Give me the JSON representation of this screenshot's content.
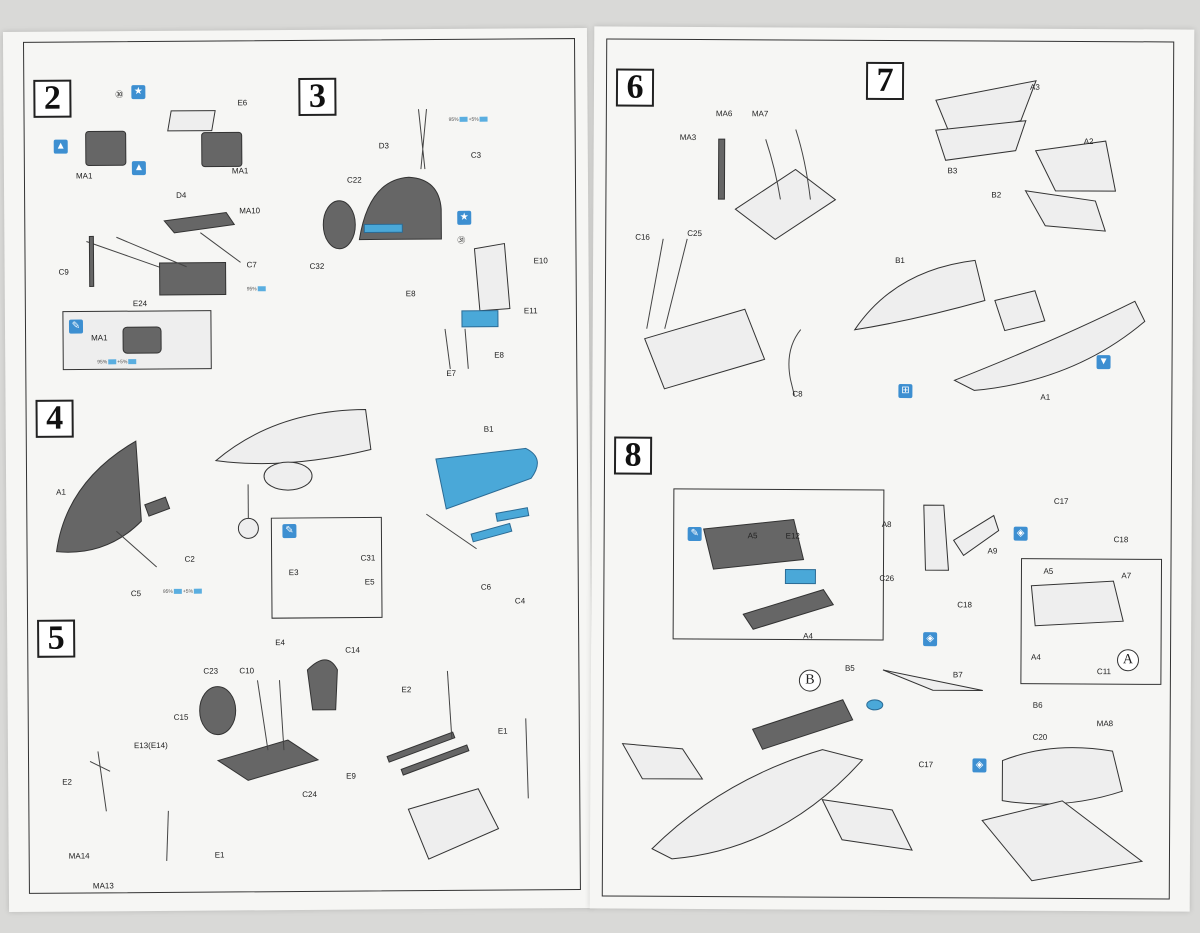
{
  "step_numbers": {
    "s2": "2",
    "s3": "3",
    "s4": "4",
    "s5": "5",
    "s6": "6",
    "s7": "7",
    "s8": "8"
  },
  "sub_markers": {
    "a": "A",
    "b": "B"
  },
  "paint_mix": {
    "a": "95%",
    "b": "+5%"
  },
  "icons": {
    "star": "star-icon",
    "brush": "paintbrush-icon",
    "decal": "decal-icon",
    "option": "option-icon",
    "flip": "flip-icon",
    "accent": "#4aa8d8"
  },
  "labels": {
    "s2": {
      "ma1a": "MA1",
      "e6": "E6",
      "ma1b": "MA1",
      "d4": "D4",
      "ma10": "MA10",
      "c9": "C9",
      "c7": "C7",
      "e24": "E24",
      "ma1c": "MA1",
      "n30": "㉚"
    },
    "s3": {
      "d3": "D3",
      "c3": "C3",
      "c22": "C22",
      "c32": "C32",
      "n31": "㉛",
      "e10": "E10",
      "e8a": "E8",
      "e11": "E11",
      "e8b": "E8",
      "e7": "E7"
    },
    "s4": {
      "a1": "A1",
      "c2": "C2",
      "c5": "C5",
      "b1": "B1",
      "c31": "C31",
      "e3": "E3",
      "e5": "E5",
      "c6": "C6",
      "c4": "C4"
    },
    "s5": {
      "e4": "E4",
      "c14": "C14",
      "c23": "C23",
      "c10": "C10",
      "c15": "C15",
      "c24": "C24",
      "e13": "E13(E14)",
      "e2a": "E2",
      "ma14": "MA14",
      "ma13": "MA13",
      "e1a": "E1",
      "e2b": "E2",
      "e1b": "E1",
      "e9": "E9"
    },
    "s6": {
      "ma6": "MA6",
      "ma7": "MA7",
      "ma3": "MA3",
      "c16": "C16",
      "c25": "C25",
      "c8": "C8"
    },
    "s7": {
      "a3": "A3",
      "a2": "A2",
      "b3": "B3",
      "b2": "B2",
      "b1": "B1",
      "a1": "A1"
    },
    "s8": {
      "a8": "A8",
      "c17a": "C17",
      "c18a": "C18",
      "a5a": "A5",
      "e12": "E12",
      "a9": "A9",
      "c26": "C26",
      "c18b": "C18",
      "a4a": "A4",
      "a5b": "A5",
      "a7": "A7",
      "a4b": "A4",
      "c11": "C11",
      "b5": "B5",
      "b7": "B7",
      "b6": "B6",
      "ma8": "MA8",
      "c20": "C20",
      "c17b": "C17"
    }
  }
}
